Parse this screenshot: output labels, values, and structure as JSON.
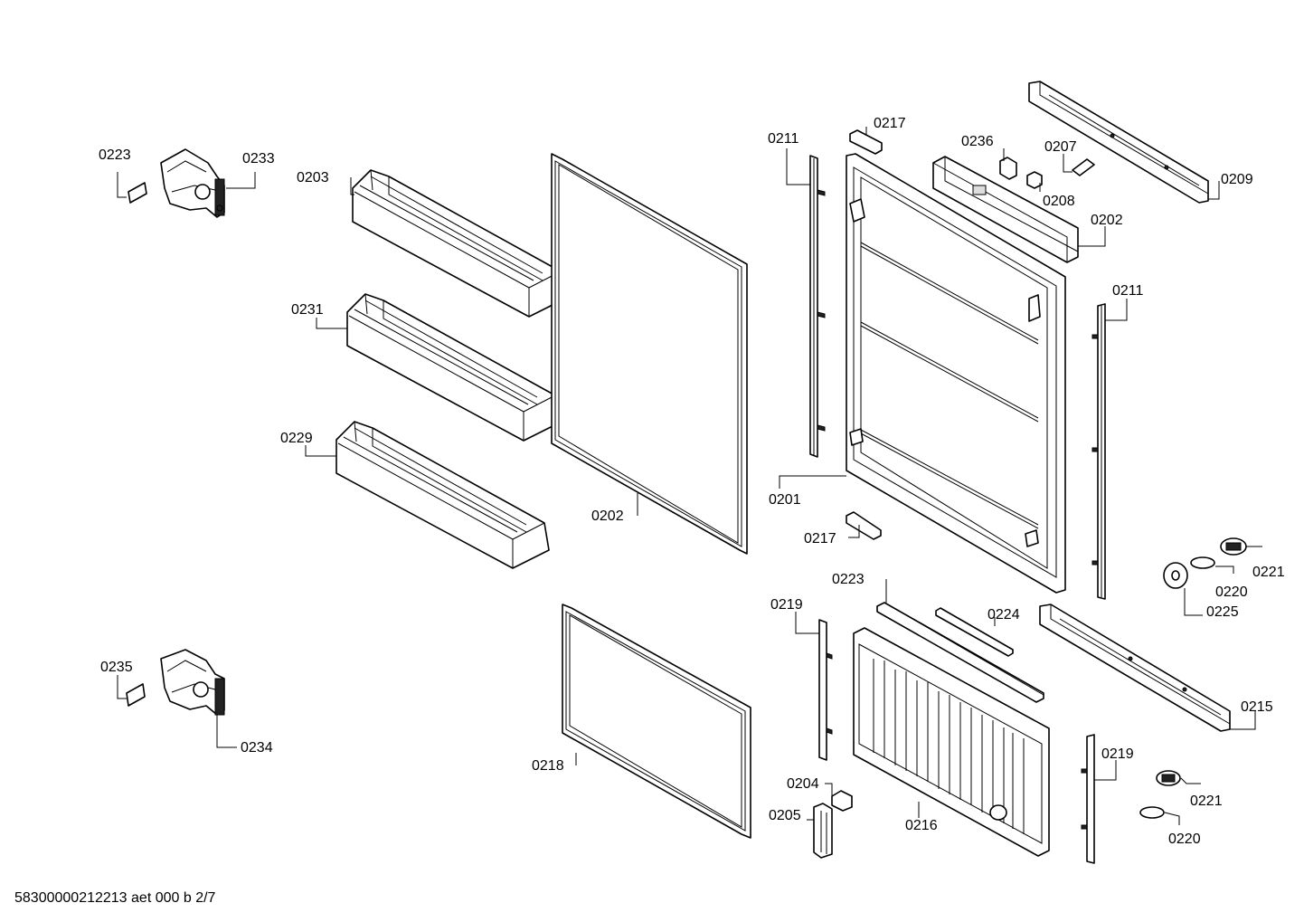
{
  "footer": {
    "document_id": "58300000212213 aet 000 b 2/7"
  },
  "callouts": [
    {
      "label": "0223"
    },
    {
      "label": "0233"
    },
    {
      "label": "0203"
    },
    {
      "label": "0231"
    },
    {
      "label": "0229"
    },
    {
      "label": "0202"
    },
    {
      "label": "0211"
    },
    {
      "label": "0217"
    },
    {
      "label": "0236"
    },
    {
      "label": "0207"
    },
    {
      "label": "0208"
    },
    {
      "label": "0209"
    },
    {
      "label": "0202"
    },
    {
      "label": "0211"
    },
    {
      "label": "0201"
    },
    {
      "label": "0217"
    },
    {
      "label": "0221"
    },
    {
      "label": "0220"
    },
    {
      "label": "0225"
    },
    {
      "label": "0223"
    },
    {
      "label": "0219"
    },
    {
      "label": "0224"
    },
    {
      "label": "0235"
    },
    {
      "label": "0234"
    },
    {
      "label": "0215"
    },
    {
      "label": "0218"
    },
    {
      "label": "0219"
    },
    {
      "label": "0204"
    },
    {
      "label": "0205"
    },
    {
      "label": "0216"
    },
    {
      "label": "0221"
    },
    {
      "label": "0220"
    }
  ]
}
